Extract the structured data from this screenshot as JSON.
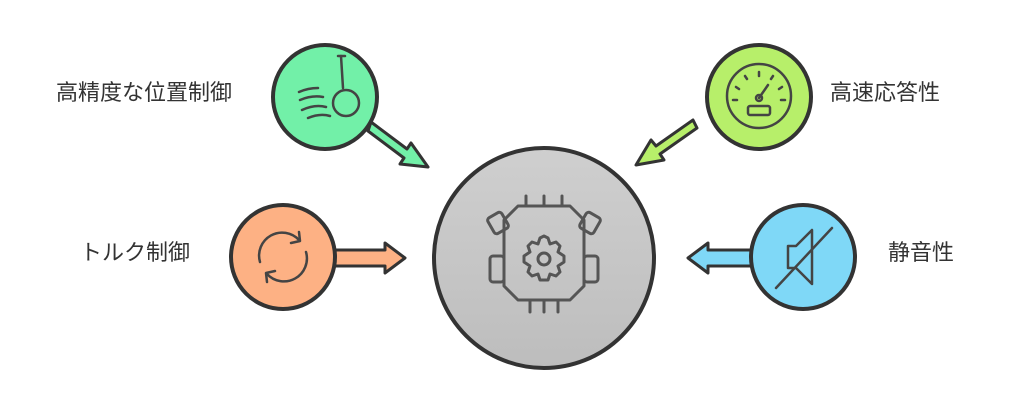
{
  "features": {
    "precision": {
      "label": "高精度な位置制御",
      "color": "#72f0a8",
      "icon": "pendulum-icon"
    },
    "speed": {
      "label": "高速応答性",
      "color": "#b7ef6a",
      "icon": "speedometer-icon"
    },
    "torque": {
      "label": "トルク制御",
      "color": "#fdb184",
      "icon": "rotate-arrows-icon"
    },
    "quiet": {
      "label": "静音性",
      "color": "#7fd8f7",
      "icon": "mute-speaker-icon"
    }
  },
  "center": {
    "icon": "motor-gear-icon",
    "color": "#c8c8c8"
  }
}
